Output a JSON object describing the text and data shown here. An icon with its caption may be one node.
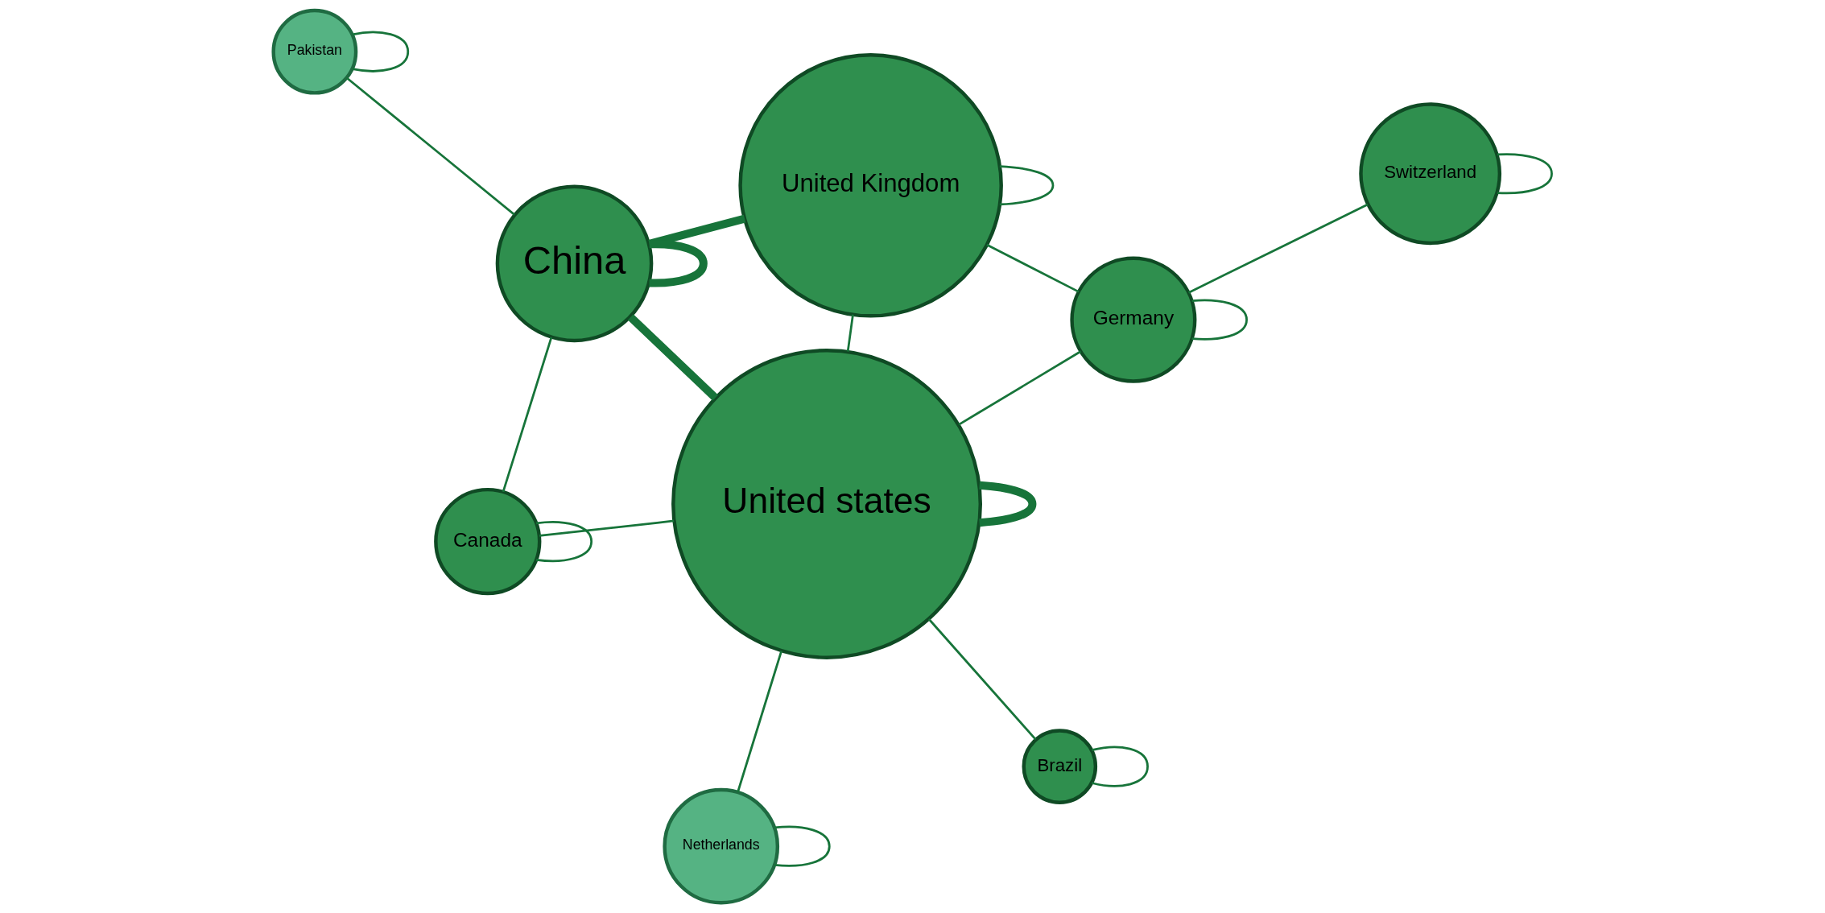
{
  "diagram": {
    "nodes": [
      {
        "text": [
          "Switzerland"
        ]
      },
      {
        "text": [
          "Germany"
        ]
      },
      {
        "text": [
          "Brazil"
        ]
      },
      {
        "text": [
          "Netherlands"
        ]
      },
      {
        "text": [
          "United states"
        ]
      },
      {
        "text": [
          "Canada"
        ]
      },
      {
        "text": [
          "United Kingdom"
        ]
      },
      {
        "text": [
          "China"
        ]
      },
      {
        "text": [
          "Pakistan"
        ]
      }
    ],
    "edges": [
      {
        "from": 0,
        "to": 0,
        "arrow": "none"
      },
      {
        "from": 0,
        "to": 1,
        "arrow": "none"
      },
      {
        "from": 1,
        "to": 1,
        "arrow": "none"
      },
      {
        "from": 1,
        "to": 4,
        "arrow": "none"
      },
      {
        "from": 1,
        "to": 6,
        "arrow": "none"
      },
      {
        "from": 2,
        "to": 2,
        "arrow": "none"
      },
      {
        "from": 2,
        "to": 4,
        "arrow": "none"
      },
      {
        "from": 3,
        "to": 3,
        "arrow": "none"
      },
      {
        "from": 3,
        "to": 4,
        "arrow": "none"
      },
      {
        "from": 4,
        "to": 4,
        "arrow": "none",
        "style": "thick"
      },
      {
        "from": 4,
        "to": 5,
        "arrow": "none"
      },
      {
        "from": 4,
        "to": 6,
        "arrow": "none"
      },
      {
        "from": 4,
        "to": 7,
        "arrow": "none",
        "style": "thick"
      },
      {
        "from": 5,
        "to": 5,
        "arrow": "none"
      },
      {
        "from": 5,
        "to": 7,
        "arrow": "none"
      },
      {
        "from": 6,
        "to": 6,
        "arrow": "none"
      },
      {
        "from": 6,
        "to": 7,
        "arrow": "none",
        "style": "thick"
      },
      {
        "from": 7,
        "to": 7,
        "arrow": "none",
        "style": "thick"
      },
      {
        "from": 8,
        "to": 8,
        "arrow": "none"
      },
      {
        "from": 8,
        "to": 7,
        "arrow": "none"
      }
    ]
  }
}
